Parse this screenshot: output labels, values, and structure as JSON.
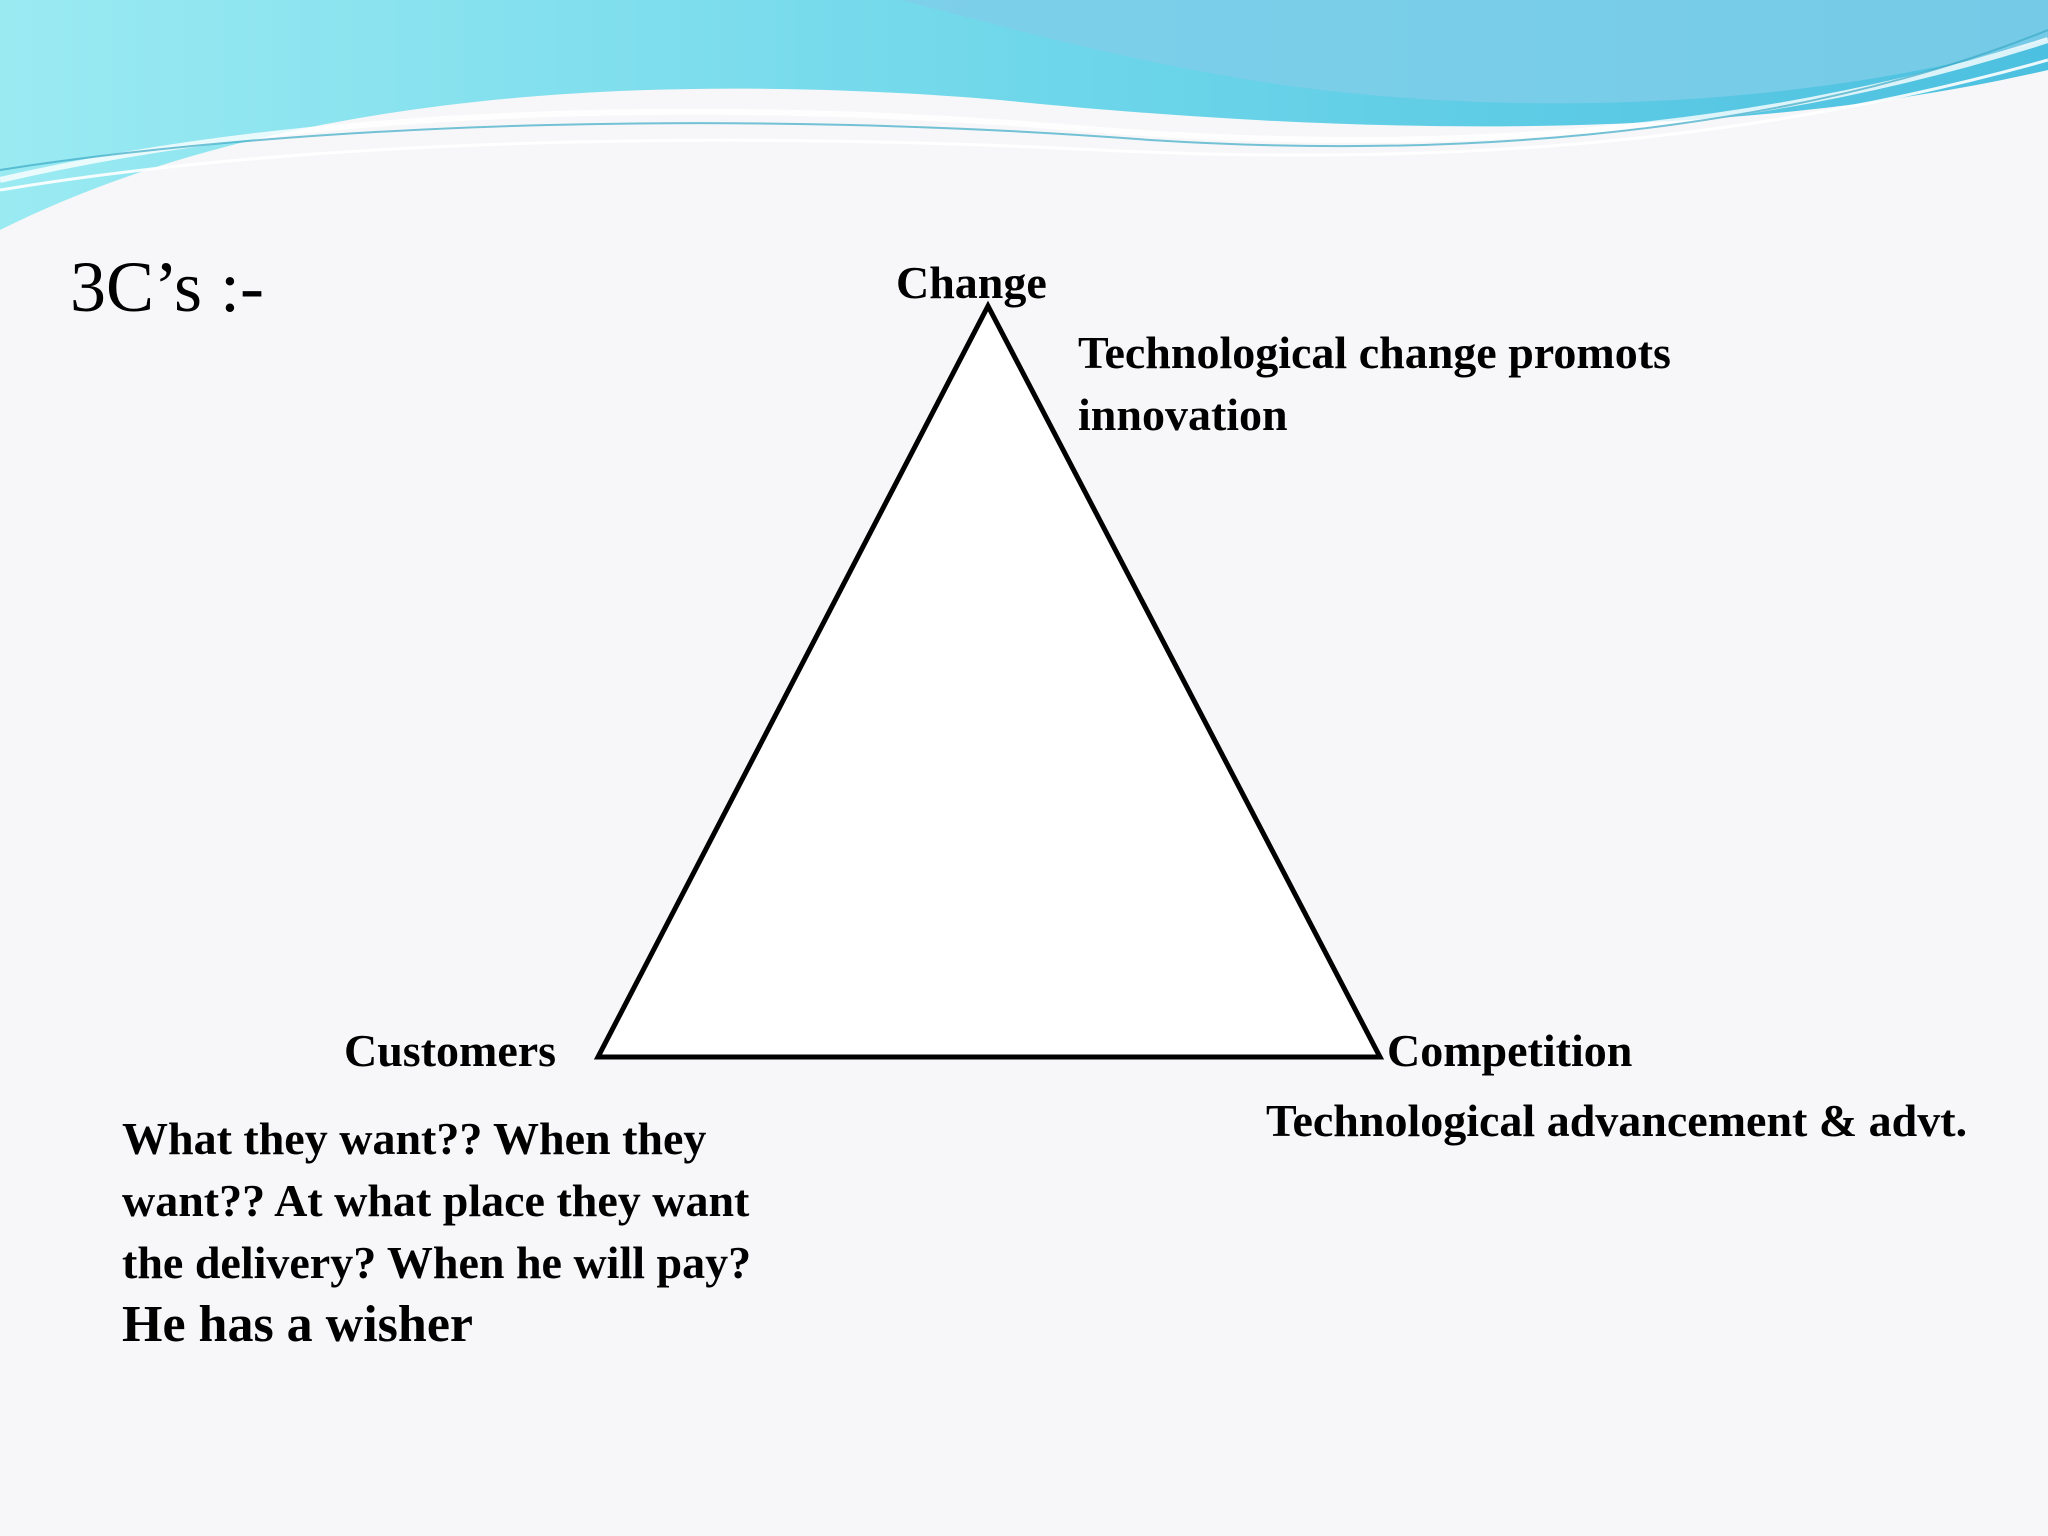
{
  "slide": {
    "title": "3C’s :-",
    "colors": {
      "background": "#f7f7f9",
      "wave_light": "#8fe6f0",
      "wave_mid": "#5cc8e0",
      "wave_dark": "#3fb3d6",
      "line": "#000000"
    }
  },
  "triangle": {
    "vertices": {
      "top": {
        "label": "Change",
        "description": "Technological change promots innovation"
      },
      "bottom_left": {
        "label": "Customers",
        "description_part1": "What they want?? When they want?? At what place they want the delivery? When he will pay?",
        "description_part2": "He has a wisher"
      },
      "bottom_right": {
        "label": "Competition",
        "description": "Technological advancement & advt."
      }
    }
  }
}
